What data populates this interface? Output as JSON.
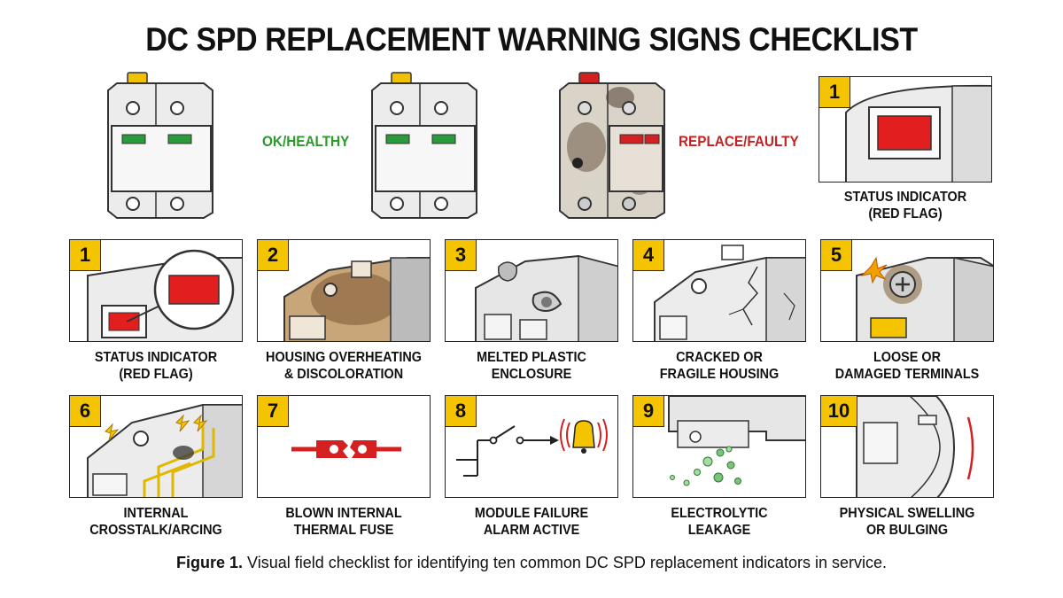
{
  "title": "DC SPD REPLACEMENT WARNING SIGNS CHECKLIST",
  "states": {
    "ok_label": "OK/HEALTHY",
    "faulty_label": "REPLACE/FAULTY",
    "ok_color": "#2a9a2a",
    "faulty_color": "#c32222"
  },
  "feature": {
    "number": "1",
    "caption": "STATUS INDICATOR\n(RED FLAG)"
  },
  "signs": [
    {
      "number": "1",
      "caption": "STATUS INDICATOR\n(RED FLAG)"
    },
    {
      "number": "2",
      "caption": "HOUSING OVERHEATING\n& DISCOLORATION"
    },
    {
      "number": "3",
      "caption": "MELTED PLASTIC\nENCLOSURE"
    },
    {
      "number": "4",
      "caption": "CRACKED OR\nFRAGILE HOUSING"
    },
    {
      "number": "5",
      "caption": "LOOSE OR\nDAMAGED TERMINALS"
    },
    {
      "number": "6",
      "caption": "INTERNAL\nCROSSTALK/ARCING"
    },
    {
      "number": "7",
      "caption": "BLOWN INTERNAL\nTHERMAL FUSE"
    },
    {
      "number": "8",
      "caption": "MODULE FAILURE\nALARM ACTIVE"
    },
    {
      "number": "9",
      "caption": "ELECTROLYTIC\nLEAKAGE"
    },
    {
      "number": "10",
      "caption": "PHYSICAL SWELLING\nOR BULGING"
    }
  ],
  "caption": {
    "label": "Figure 1.",
    "text": " Visual field checklist for identifying ten common DC SPD replacement indicators in service."
  },
  "colors": {
    "badge": "#f5c400",
    "alarm_red": "#d42020",
    "indicator_green": "#2a9a3a"
  }
}
